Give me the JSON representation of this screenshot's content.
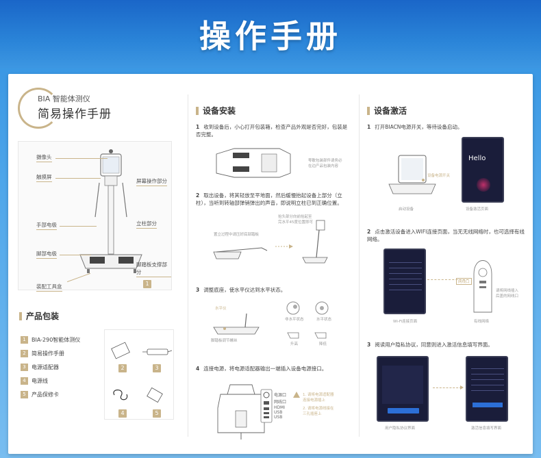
{
  "banner": {
    "title": "操作手册"
  },
  "brand": {
    "subtitle": "BIA 智能体测仪",
    "title": "简易操作手册"
  },
  "device": {
    "labels": {
      "camera": "摄像头",
      "touchscreen": "触摸屏",
      "hand_electrode": "手部电极",
      "foot_electrode": "脚部电极",
      "toolbox": "装配工具盒",
      "screen_part": "屏幕操作部分",
      "column_part": "立柱部分",
      "foot_part": "脚踏板支撑部分"
    },
    "badge": "1"
  },
  "package": {
    "heading": "产品包装",
    "items": [
      {
        "n": "1",
        "label": "BIA-290智能体测仪"
      },
      {
        "n": "2",
        "label": "简易操作手册"
      },
      {
        "n": "3",
        "label": "电源适配器"
      },
      {
        "n": "4",
        "label": "电源线"
      },
      {
        "n": "5",
        "label": "产品保修卡"
      }
    ],
    "card_numbers": [
      "2",
      "3",
      "4",
      "5"
    ]
  },
  "install": {
    "heading": "设备安装",
    "steps": [
      {
        "n": "1",
        "text": "收到设备后，小心打开包装箱，检查产品外观是否完好，包装是否完整。"
      },
      {
        "n": "2",
        "text": "取出设备，将其轻放至平地面，然后缓慢抬起设备上部分（立柱），当听到转轴部弹销弹出的声音，即说明立柱已到正确位置。"
      },
      {
        "n": "3",
        "text": "调整底座，使水平仪达到水平状态。"
      },
      {
        "n": "4",
        "text": "连接电源，将电源适配器输出一端插入设备电源接口。"
      }
    ],
    "captions": {
      "check_parts": "零散包装部件请务必\n在边产品包装内容",
      "lift_note": "抬头部分向前抬起至\n完水平45度位置即可",
      "place_note": "置立过程中请压好底部踏板",
      "level_label": "水平仪",
      "screw_label": "脚踏板调节螺丝",
      "unlevel": "非水平状态",
      "level": "水平状态",
      "raise": "升高",
      "lower": "降低",
      "power_port": "电源口",
      "lan_port": "网线口",
      "hdmi": "HDMI",
      "usb1": "USB",
      "usb2": "USB",
      "warn1": "1. 请将电源适配器\n连接电源插上",
      "warn2": "2. 请将电源线接在\n三孔插座上"
    }
  },
  "activate": {
    "heading": "设备激活",
    "steps": [
      {
        "n": "1",
        "text": "打开BIACN电源开关，等待设备启动。"
      },
      {
        "n": "2",
        "text": "点击激活设备进入WIFI连接页面，当无无线网络时，也可选择有线网络。"
      },
      {
        "n": "3",
        "text": "阅读用户隐私协议，同意则进入激活信息填写界面。"
      }
    ],
    "captions": {
      "power_switch": "设备电源开关",
      "boot_device": "启动设备",
      "activation_page": "设备激活页面",
      "hello": "Hello",
      "lan_port": "网线口",
      "lan_note": "请将网线插入\n后盖的网线口",
      "wifi_page": "Wi-Fi连接页面",
      "wired": "有线网络",
      "privacy_page": "用户隐私协议界面",
      "info_page": "激活信息填写界面"
    }
  },
  "colors": {
    "accent": "#c9b48a",
    "banner": "#1a66c8",
    "screen": "#1a1d3a"
  }
}
